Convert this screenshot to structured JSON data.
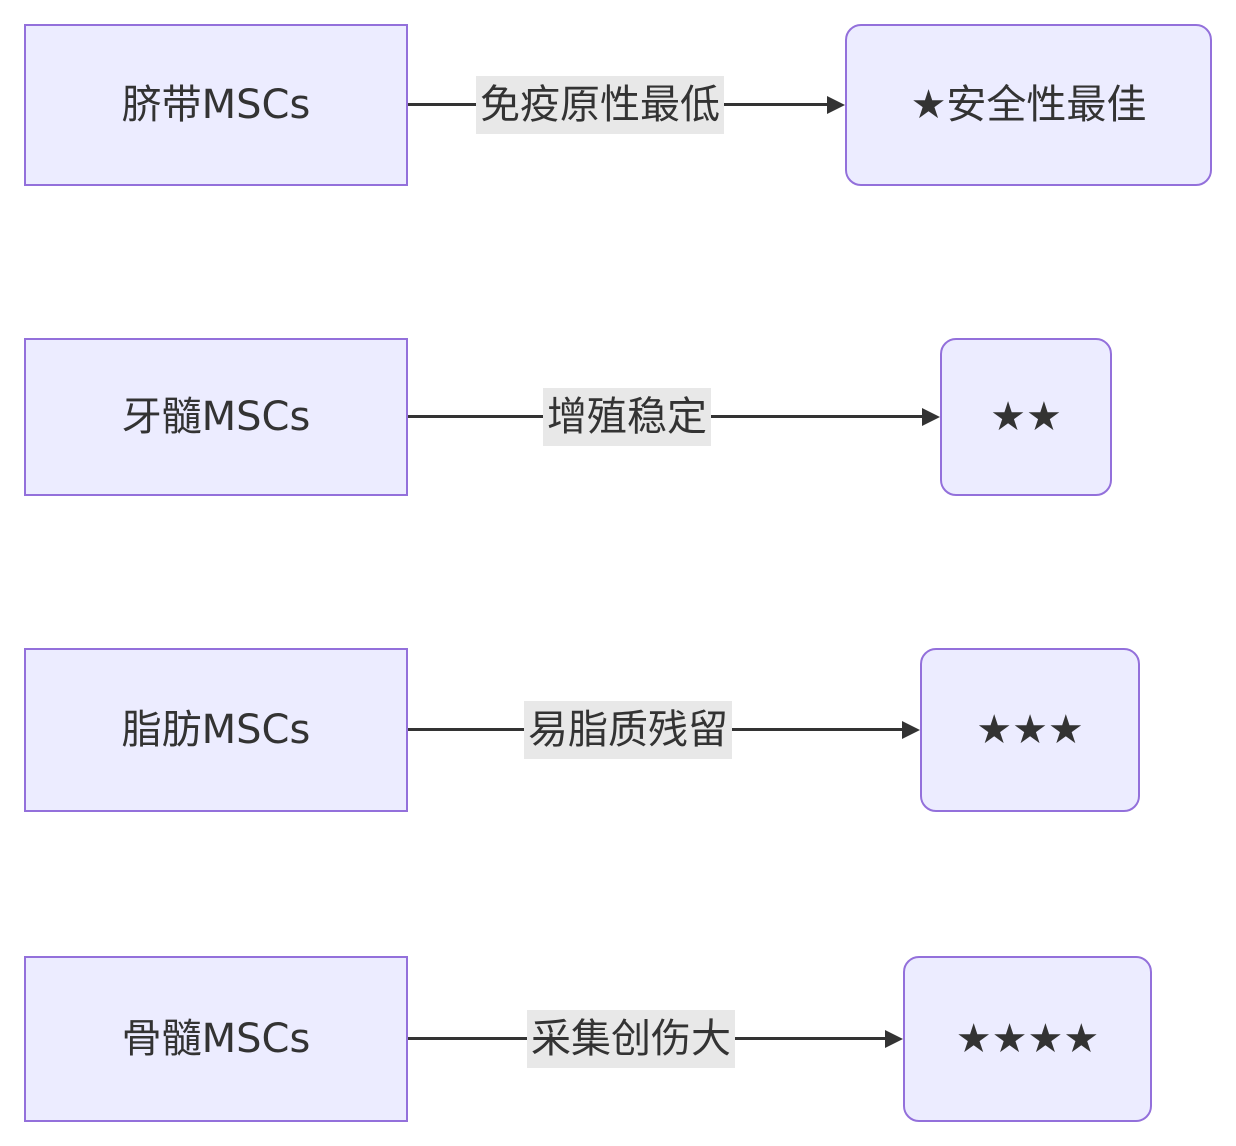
{
  "diagram": {
    "rows": [
      {
        "source": "脐带MSCs",
        "edge_label": "免疫原性最低",
        "target": "★安全性最佳"
      },
      {
        "source": "牙髓MSCs",
        "edge_label": "增殖稳定",
        "target": "★★"
      },
      {
        "source": "脂肪MSCs",
        "edge_label": "易脂质残留",
        "target": "★★★"
      },
      {
        "source": "骨髓MSCs",
        "edge_label": "采集创伤大",
        "target": "★★★★"
      }
    ],
    "colors": {
      "node_fill": "#ECECFF",
      "node_border": "#9370DB",
      "edge_label_bg": "#E8E8E8",
      "edge_color": "#333333",
      "text_color": "#333333"
    }
  }
}
